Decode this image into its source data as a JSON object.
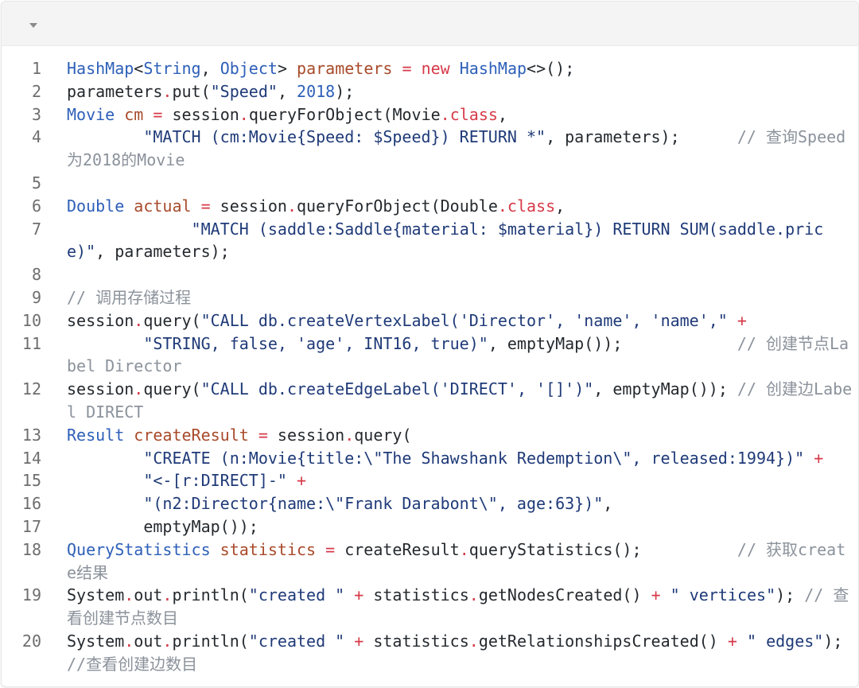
{
  "header": {
    "toggle_icon": "caret-down-icon"
  },
  "colors": {
    "type": "#2d5fb8",
    "variable": "#a84a2a",
    "keyword": "#d73a49",
    "string": "#1f3a78",
    "comment": "#8b929b",
    "plain": "#24292e",
    "line_number": "#6e6e6e",
    "header_bg": "#f4f4f4"
  },
  "code": {
    "language": "java",
    "lines": [
      {
        "num": "1",
        "tokens": [
          [
            "t",
            "HashMap"
          ],
          [
            "p",
            "<"
          ],
          [
            "t",
            "String"
          ],
          [
            "p",
            ", "
          ],
          [
            "t",
            "Object"
          ],
          [
            "p",
            "> "
          ],
          [
            "v",
            "parameters"
          ],
          [
            "k",
            " = "
          ],
          [
            "k",
            "new"
          ],
          [
            "p",
            " "
          ],
          [
            "t",
            "HashMap"
          ],
          [
            "p",
            "<>();"
          ]
        ]
      },
      {
        "num": "2",
        "tokens": [
          [
            "p",
            "parameters"
          ],
          [
            "k",
            "."
          ],
          [
            "p",
            "put("
          ],
          [
            "s",
            "\"Speed\""
          ],
          [
            "p",
            ", "
          ],
          [
            "n",
            "2018"
          ],
          [
            "p",
            ");"
          ]
        ]
      },
      {
        "num": "3",
        "tokens": [
          [
            "t",
            "Movie"
          ],
          [
            "p",
            " "
          ],
          [
            "v",
            "cm"
          ],
          [
            "k",
            " = "
          ],
          [
            "p",
            "session"
          ],
          [
            "k",
            "."
          ],
          [
            "p",
            "queryForObject(Movie"
          ],
          [
            "k",
            ".class"
          ],
          [
            "p",
            ","
          ]
        ]
      },
      {
        "num": "4",
        "tokens": [
          [
            "p",
            "        "
          ],
          [
            "s",
            "\"MATCH (cm:Movie{Speed: $Speed}) RETURN *\""
          ],
          [
            "p",
            ", parameters);      "
          ],
          [
            "c",
            "// 查询Speed为2018的Movie"
          ]
        ]
      },
      {
        "num": "5",
        "tokens": []
      },
      {
        "num": "6",
        "tokens": [
          [
            "t",
            "Double"
          ],
          [
            "p",
            " "
          ],
          [
            "v",
            "actual"
          ],
          [
            "k",
            " = "
          ],
          [
            "p",
            "session"
          ],
          [
            "k",
            "."
          ],
          [
            "p",
            "queryForObject(Double"
          ],
          [
            "k",
            ".class"
          ],
          [
            "p",
            ","
          ]
        ]
      },
      {
        "num": "7",
        "tokens": [
          [
            "p",
            "             "
          ],
          [
            "s",
            "\"MATCH (saddle:Saddle{material: $material}) RETURN SUM(saddle.price)\""
          ],
          [
            "p",
            ", parameters);"
          ]
        ]
      },
      {
        "num": "8",
        "tokens": []
      },
      {
        "num": "9",
        "tokens": [
          [
            "c",
            "// 调用存储过程"
          ]
        ]
      },
      {
        "num": "10",
        "tokens": [
          [
            "p",
            "session"
          ],
          [
            "k",
            "."
          ],
          [
            "p",
            "query("
          ],
          [
            "s",
            "\"CALL db.createVertexLabel('Director', 'name', 'name',\""
          ],
          [
            "p",
            " "
          ],
          [
            "k",
            "+"
          ]
        ]
      },
      {
        "num": "11",
        "tokens": [
          [
            "p",
            "        "
          ],
          [
            "s",
            "\"STRING, false, 'age', INT16, true)\""
          ],
          [
            "p",
            ", emptyMap());            "
          ],
          [
            "c",
            "// 创建节点Label Director"
          ]
        ]
      },
      {
        "num": "12",
        "tokens": [
          [
            "p",
            "session"
          ],
          [
            "k",
            "."
          ],
          [
            "p",
            "query("
          ],
          [
            "s",
            "\"CALL db.createEdgeLabel('DIRECT', '[]')\""
          ],
          [
            "p",
            ", emptyMap()); "
          ],
          [
            "c",
            "// 创建边Label DIRECT"
          ]
        ]
      },
      {
        "num": "13",
        "tokens": [
          [
            "t",
            "Result"
          ],
          [
            "p",
            " "
          ],
          [
            "v",
            "createResult"
          ],
          [
            "k",
            " = "
          ],
          [
            "p",
            "session"
          ],
          [
            "k",
            "."
          ],
          [
            "p",
            "query("
          ]
        ]
      },
      {
        "num": "14",
        "tokens": [
          [
            "p",
            "        "
          ],
          [
            "s",
            "\"CREATE (n:Movie{title:\\\"The Shawshank Redemption\\\", released:1994})\""
          ],
          [
            "p",
            " "
          ],
          [
            "k",
            "+"
          ]
        ]
      },
      {
        "num": "15",
        "tokens": [
          [
            "p",
            "        "
          ],
          [
            "s",
            "\"<-[r:DIRECT]-\""
          ],
          [
            "p",
            " "
          ],
          [
            "k",
            "+"
          ]
        ]
      },
      {
        "num": "16",
        "tokens": [
          [
            "p",
            "        "
          ],
          [
            "s",
            "\"(n2:Director{name:\\\"Frank Darabont\\\", age:63})\""
          ],
          [
            "p",
            ","
          ]
        ]
      },
      {
        "num": "17",
        "tokens": [
          [
            "p",
            "        emptyMap());"
          ]
        ]
      },
      {
        "num": "18",
        "tokens": [
          [
            "t",
            "QueryStatistics"
          ],
          [
            "p",
            " "
          ],
          [
            "v",
            "statistics"
          ],
          [
            "k",
            " = "
          ],
          [
            "p",
            "createResult"
          ],
          [
            "k",
            "."
          ],
          [
            "p",
            "queryStatistics();          "
          ],
          [
            "c",
            "// 获取create结果"
          ]
        ]
      },
      {
        "num": "19",
        "tokens": [
          [
            "p",
            "System"
          ],
          [
            "k",
            "."
          ],
          [
            "p",
            "out"
          ],
          [
            "k",
            "."
          ],
          [
            "p",
            "println("
          ],
          [
            "s",
            "\"created \""
          ],
          [
            "p",
            " "
          ],
          [
            "k",
            "+"
          ],
          [
            "p",
            " statistics"
          ],
          [
            "k",
            "."
          ],
          [
            "p",
            "getNodesCreated() "
          ],
          [
            "k",
            "+"
          ],
          [
            "p",
            " "
          ],
          [
            "s",
            "\" vertices\""
          ],
          [
            "p",
            "); "
          ],
          [
            "c",
            "// 查看创建节点数目"
          ]
        ]
      },
      {
        "num": "20",
        "tokens": [
          [
            "p",
            "System"
          ],
          [
            "k",
            "."
          ],
          [
            "p",
            "out"
          ],
          [
            "k",
            "."
          ],
          [
            "p",
            "println("
          ],
          [
            "s",
            "\"created \""
          ],
          [
            "p",
            " "
          ],
          [
            "k",
            "+"
          ],
          [
            "p",
            " statistics"
          ],
          [
            "k",
            "."
          ],
          [
            "p",
            "getRelationshipsCreated() "
          ],
          [
            "k",
            "+"
          ],
          [
            "p",
            " "
          ],
          [
            "s",
            "\" edges\""
          ],
          [
            "p",
            ");  "
          ],
          [
            "c",
            "//查看创建边数目"
          ]
        ]
      }
    ]
  }
}
